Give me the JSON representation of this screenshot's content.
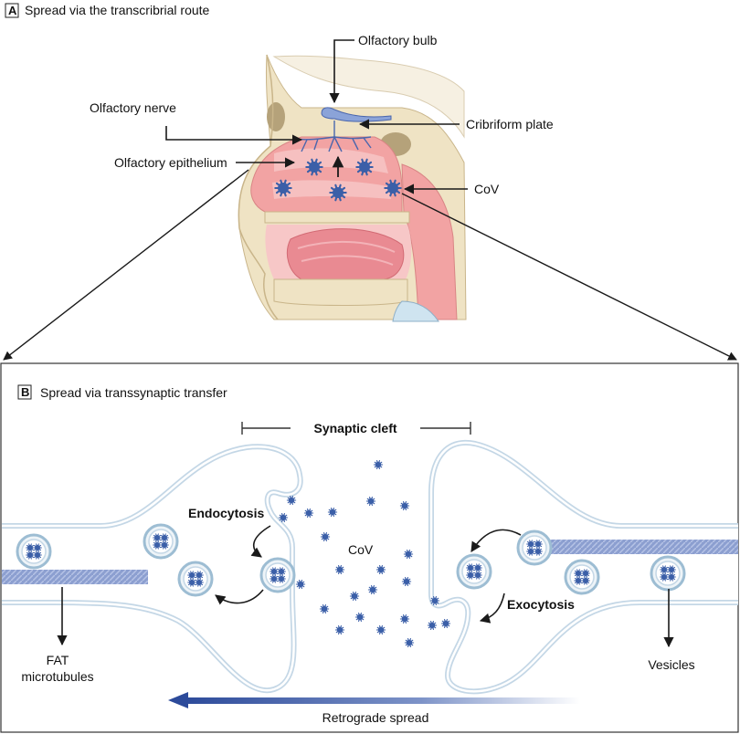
{
  "panel_a": {
    "letter": "A",
    "title": "Spread via the transcribrial route",
    "labels": {
      "olfactory_bulb": "Olfactory bulb",
      "olfactory_nerve": "Olfactory nerve",
      "cribriform_plate": "Cribriform plate",
      "olfactory_epithelium": "Olfactory epithelium",
      "cov": "CoV"
    }
  },
  "panel_b": {
    "letter": "B",
    "title": "Spread via transsynaptic transfer",
    "labels": {
      "synaptic_cleft": "Synaptic cleft",
      "endocytosis": "Endocytosis",
      "cov": "CoV",
      "exocytosis": "Exocytosis",
      "fat_line1": "FAT",
      "fat_line2": "microtubules",
      "vesicles": "Vesicles",
      "retrograde": "Retrograde spread"
    }
  },
  "colors": {
    "virus": "#3b5fa8",
    "membrane": "#a9c4d8",
    "microtubule": "#8c9fd0",
    "tissue_pink": "#f2a3a3",
    "bone": "#efe3c4",
    "arrow": "#1a1a1a",
    "retrograde_arrow": "#2c4a9a"
  }
}
